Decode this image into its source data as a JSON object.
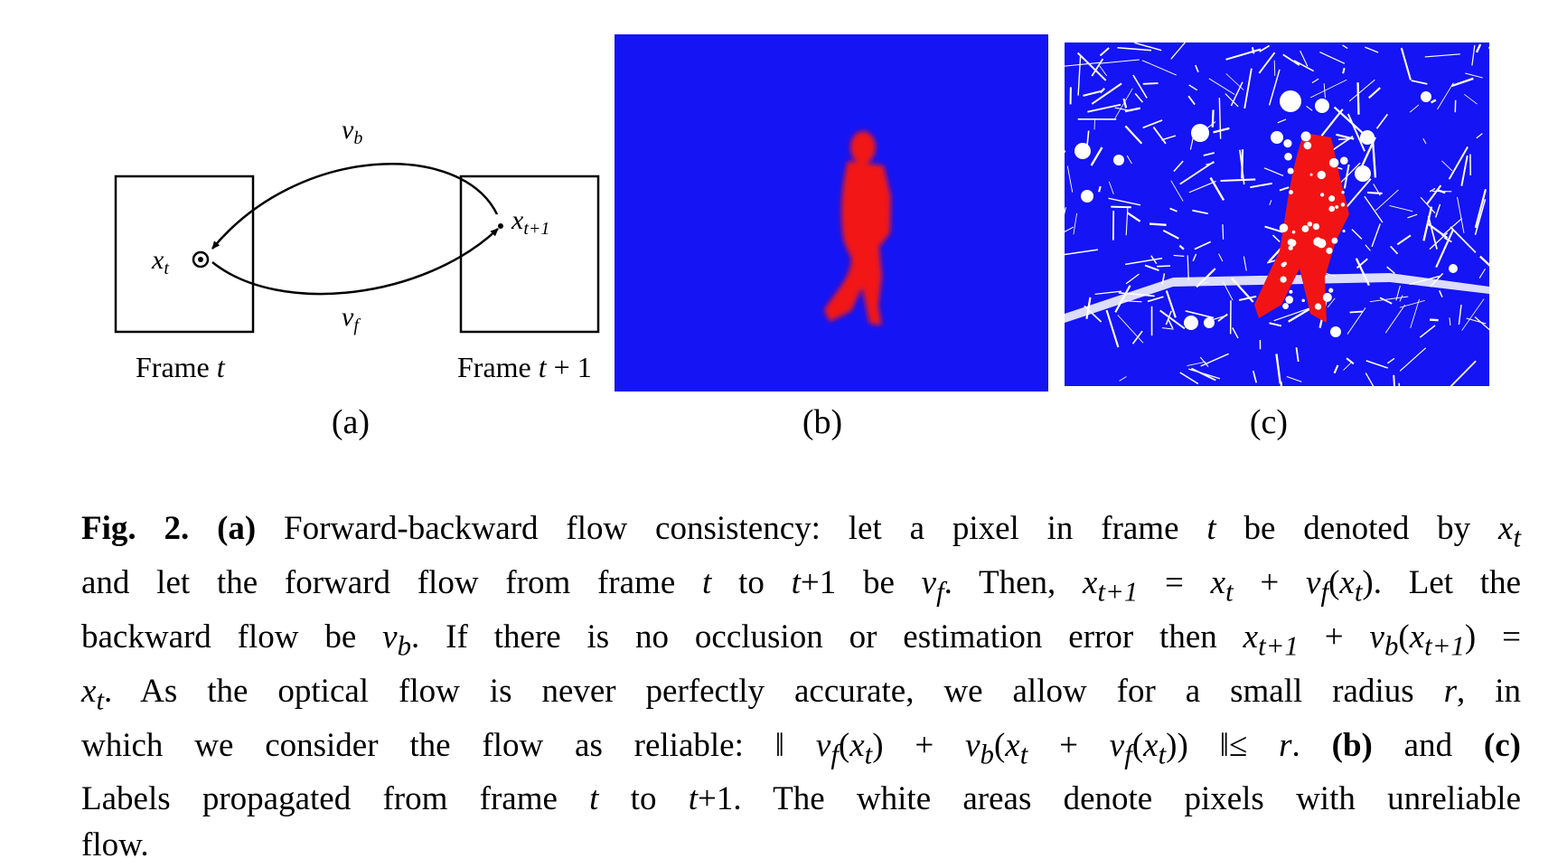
{
  "figure": {
    "panel_a": {
      "frame_left_label": "Frame t",
      "frame_right_label": "Frame t + 1",
      "point_left": "x_t",
      "point_right": "x_{t+1}",
      "arrow_top": "v_b",
      "arrow_bottom": "v_f"
    },
    "sublabels": [
      "(a)",
      "(b)",
      "(c)"
    ],
    "colors": {
      "label_blue": "#1414f5",
      "label_red": "#f21414",
      "unreliable": "#ffffff"
    }
  },
  "caption": {
    "fig": "Fig. 2.",
    "lines": [
      "(a) Forward-backward flow consistency: let a pixel in frame t be denoted by x_t",
      "and let the forward flow from frame t to t+1 be v_f. Then, x_{t+1} = x_t + v_f(x_t). Let the",
      "backward flow be v_b. If there is no occlusion or estimation error then x_{t+1} + v_b(x_{t+1}) =",
      "x_t. As the optical flow is never perfectly accurate, we allow for a small radius r, in",
      "which we consider the flow as reliable: || v_f(x_t) + v_b(x_t + v_f(x_t)) ||≤ r. (b) and (c)",
      "Labels propagated from frame t to t+1. The white areas denote pixels with unreliable",
      "flow."
    ]
  }
}
